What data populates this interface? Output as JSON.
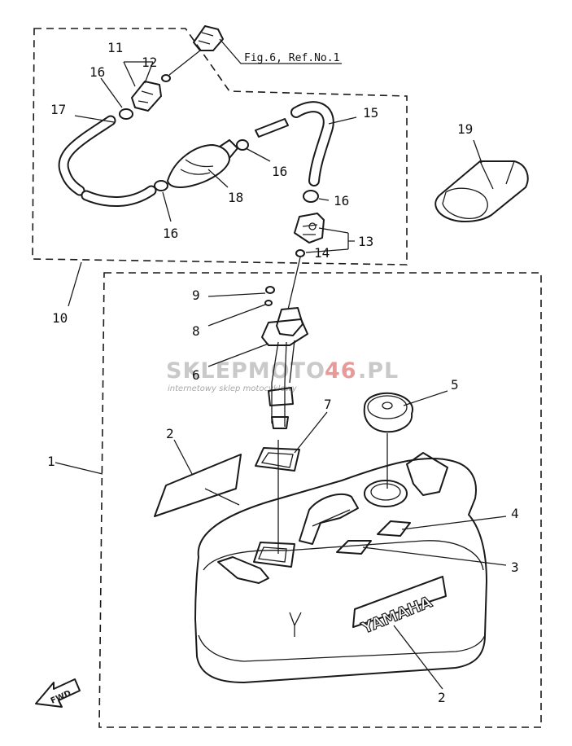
{
  "reference": "Fig.6, Ref.No.1",
  "callouts": {
    "c1": "1",
    "c2a": "2",
    "c2b": "2",
    "c3": "3",
    "c4": "4",
    "c5": "5",
    "c6": "6",
    "c7": "7",
    "c8": "8",
    "c9": "9",
    "c10": "10",
    "c11": "11",
    "c12": "12",
    "c13": "13",
    "c14": "14",
    "c15": "15",
    "c16a": "16",
    "c16b": "16",
    "c16c": "16",
    "c16d": "16",
    "c17": "17",
    "c18": "18",
    "c19": "19"
  },
  "tank_brand": "YAMAHA",
  "direction_label": "FWD",
  "watermark": {
    "part1": "SKLEPMOTO",
    "part2": "46",
    "part3": ".PL",
    "tagline": "internetowy sklep motocyklowy"
  }
}
